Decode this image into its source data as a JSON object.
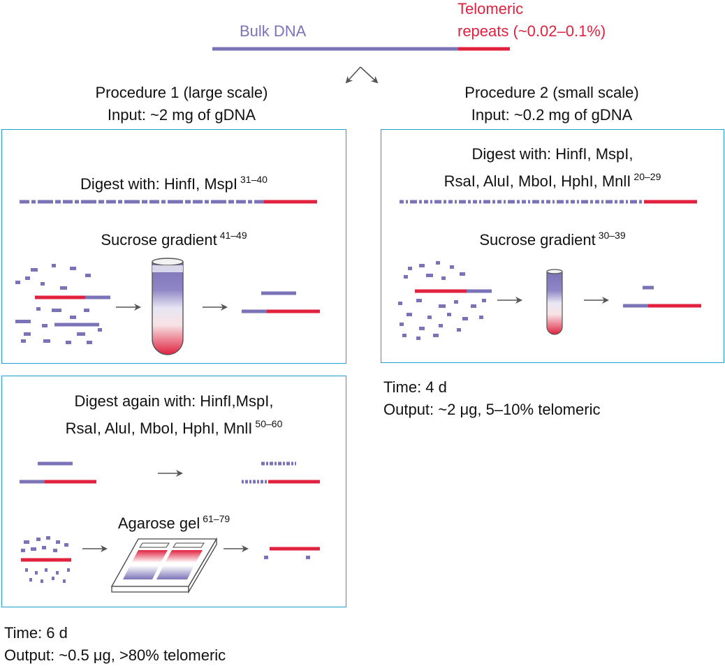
{
  "header": {
    "bulk_label": "Bulk DNA",
    "telomeric_label_line1": "Telomeric",
    "telomeric_label_line2": "repeats (~0.02–0.1%)"
  },
  "colors": {
    "bulk": "#7b73b8",
    "telomeric": "#e0223f",
    "panel_border": "#1f9fcf",
    "arrow": "#555555"
  },
  "procedure1": {
    "title": "Procedure 1 (large scale)",
    "input": "Input: ~2 mg of gDNA",
    "step1_label": "Digest with: HinfI, MspI",
    "step1_ref": "31–40",
    "step2_label": "Sucrose gradient",
    "step2_ref": "41–49",
    "step3_label_line1": "Digest again with: HinfI,MspI,",
    "step3_label_line2": "RsaI, AluI, MboI, HphI, MnlI",
    "step3_ref": "50–60",
    "step4_label": "Agarose gel",
    "step4_ref": "61–79",
    "time": "Time: 6 d",
    "output": "Output: ~0.5 μg, >80% telomeric"
  },
  "procedure2": {
    "title": "Procedure 2 (small scale)",
    "input": "Input: ~0.2 mg of gDNA",
    "step1_label_line1": "Digest with: HinfI, MspI,",
    "step1_label_line2": "RsaI, AluI, MboI, HphI, MnlI",
    "step1_ref": "20–29",
    "step2_label": "Sucrose gradient",
    "step2_ref": "30–39",
    "time": "Time: 4 d",
    "output": "Output: ~2 μg, 5–10% telomeric"
  }
}
